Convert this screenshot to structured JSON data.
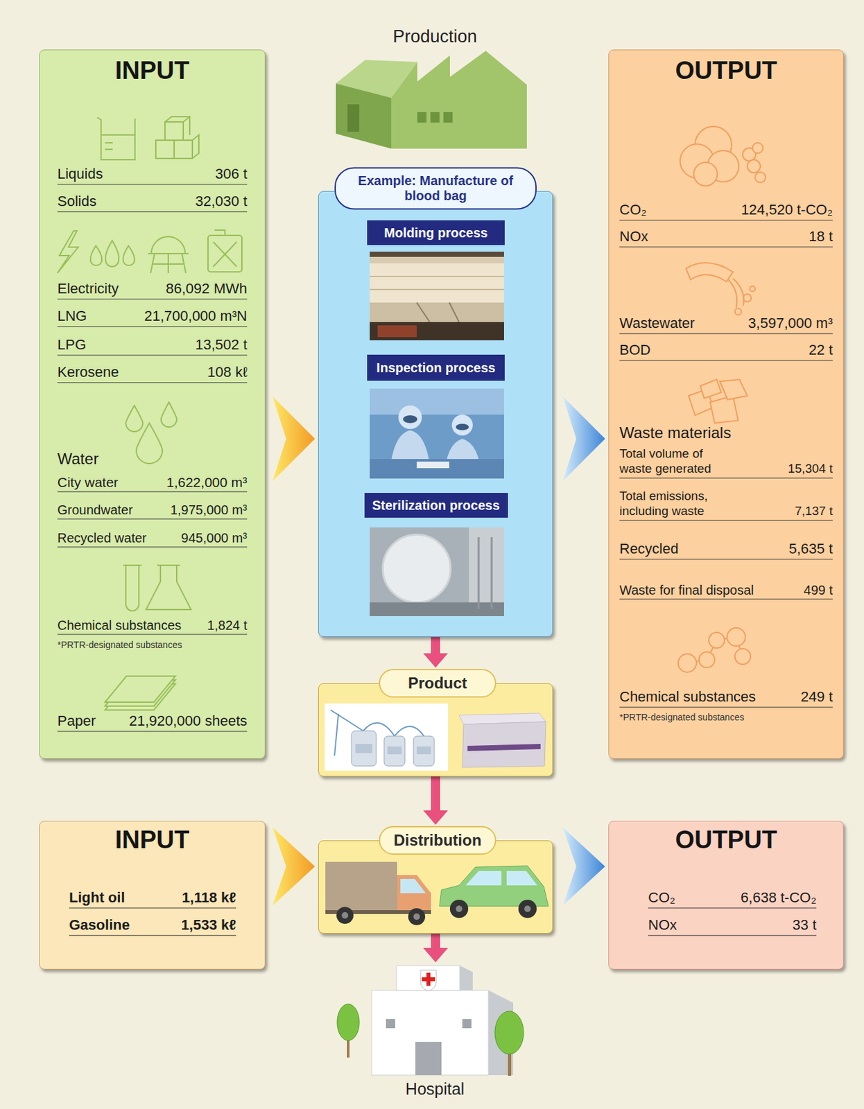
{
  "diagram": {
    "nodes": [
      {
        "text": [
          "INPUT",
          "Liquids",
          "306 t",
          "Solids",
          "32,030 t",
          "Electricity",
          "86,092 MWh",
          "LNG",
          "21,700,000 m³N",
          "LPG",
          "13,502 t",
          "Kerosene",
          "108 kℓ",
          "Water",
          "City water",
          "1,622,000 m³",
          "Groundwater",
          "1,975,000 m³",
          "Recycled water",
          "945,000 m³",
          "Chemical substances",
          "1,824 t",
          "*PRTR-designated substances",
          "Paper",
          "21,920,000 sheets"
        ]
      },
      {
        "text": [
          "Example: Manufacture of blood bag"
        ]
      },
      {
        "text": [
          "Molding process"
        ],
        "in": 1
      },
      {
        "text": [
          "Inspection process"
        ],
        "in": 1
      },
      {
        "text": [
          "Sterilization process"
        ],
        "in": 1
      },
      {
        "text": [
          "OUTPUT",
          "CO₂",
          "124,520 t-CO₂",
          "NOx",
          "18 t",
          "Wastewater",
          "3,597,000 m³",
          "BOD",
          "22 t",
          "Waste materials",
          "Total volume of waste generated",
          "15,304 t",
          "Total emissions, including waste",
          "7,137 t",
          "Recycled",
          "5,635 t",
          "Waste for final disposal",
          "499 t",
          "Chemical substances",
          "249 t",
          "*PRTR-designated substances"
        ]
      },
      {
        "text": [
          "Product"
        ]
      },
      {
        "text": [
          "INPUT",
          "Light oil",
          "1,118 kℓ",
          "Gasoline",
          "1,533 kℓ"
        ]
      },
      {
        "text": [
          "Distribution"
        ]
      },
      {
        "text": [
          "OUTPUT",
          "CO₂",
          "6,638 t-CO₂",
          "NOx",
          "33 t"
        ]
      },
      {
        "text": [
          "Hospital"
        ]
      }
    ],
    "edges": [
      {
        "from": 0,
        "to": 1,
        "arrow": "to"
      },
      {
        "from": 1,
        "to": 5,
        "arrow": "to"
      },
      {
        "from": 1,
        "to": 6,
        "arrow": "to"
      },
      {
        "from": 6,
        "to": 8,
        "arrow": "to"
      },
      {
        "from": 7,
        "to": 8,
        "arrow": "to"
      },
      {
        "from": 8,
        "to": 9,
        "arrow": "to"
      },
      {
        "from": 8,
        "to": 10,
        "arrow": "to"
      }
    ],
    "labels": [
      "Production"
    ]
  }
}
